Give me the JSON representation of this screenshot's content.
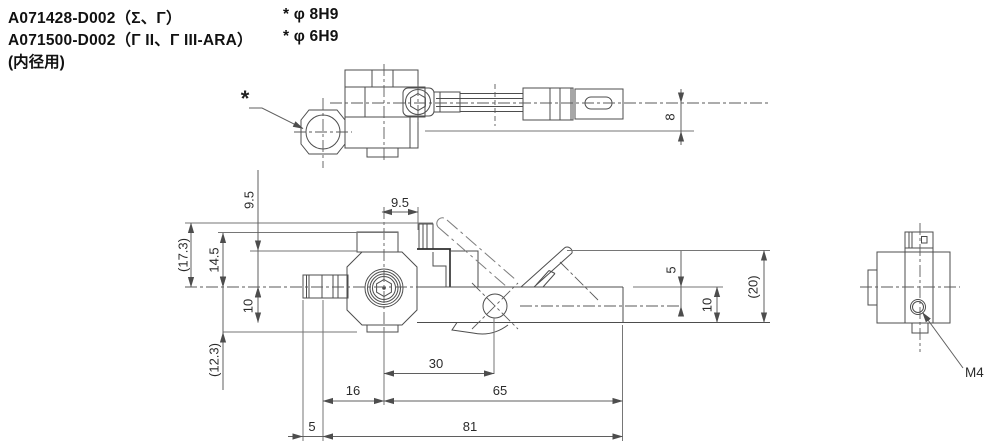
{
  "title_block": {
    "products": [
      {
        "code_and_type": "A071428-D002（Σ、Γ）",
        "bore_note": "* φ 8H9"
      },
      {
        "code_and_type": "A071500-D002（Γ II、Γ III-ARA）",
        "bore_note": "* φ 6H9"
      }
    ],
    "usage_note": "(内径用)"
  },
  "annotations": {
    "star_marker": "*",
    "thread_callout": "M4"
  },
  "dimensions": {
    "top_view": {
      "bar_width": "8"
    },
    "front_view": {
      "offset_top": "9.5",
      "left_tip_height": "9.5",
      "left_overall": "(17.3)",
      "left_upper": "14.5",
      "left_below_center": "10",
      "left_lower_overall": "(12.3)",
      "right_step": "5",
      "right_bar_height": "10",
      "right_overall": "(20)",
      "roller_offset": "30",
      "base_16": "16",
      "base_65": "65",
      "base_5": "5",
      "base_81": "81"
    }
  }
}
